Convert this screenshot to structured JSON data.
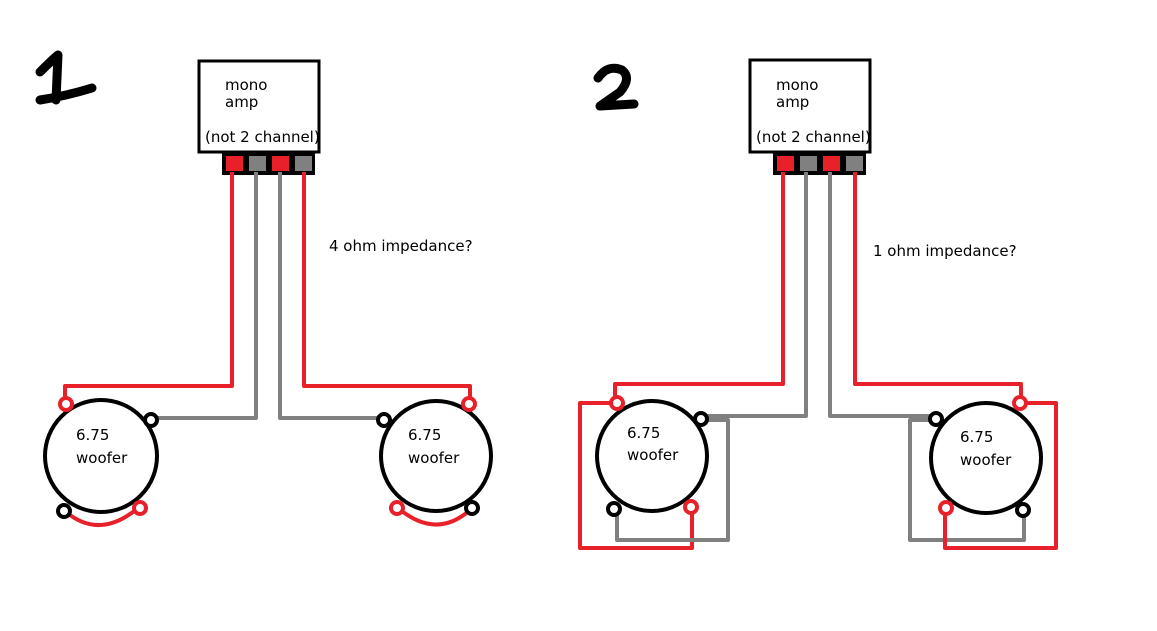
{
  "colors": {
    "positive": "#e8202a",
    "negative": "#808080",
    "outline": "#000000"
  },
  "diagram1": {
    "number": "1",
    "amp": {
      "line1": "mono",
      "line2": "amp",
      "line3": "(not 2 channel)"
    },
    "question": "4 ohm impedance?",
    "woofer_left": {
      "size": "6.75",
      "label": "woofer"
    },
    "woofer_right": {
      "size": "6.75",
      "label": "woofer"
    }
  },
  "diagram2": {
    "number": "2",
    "amp": {
      "line1": "mono",
      "line2": "amp",
      "line3": "(not 2 channel)"
    },
    "question": "1 ohm impedance?",
    "woofer_left": {
      "size": "6.75",
      "label": "woofer"
    },
    "woofer_right": {
      "size": "6.75",
      "label": "woofer"
    }
  }
}
